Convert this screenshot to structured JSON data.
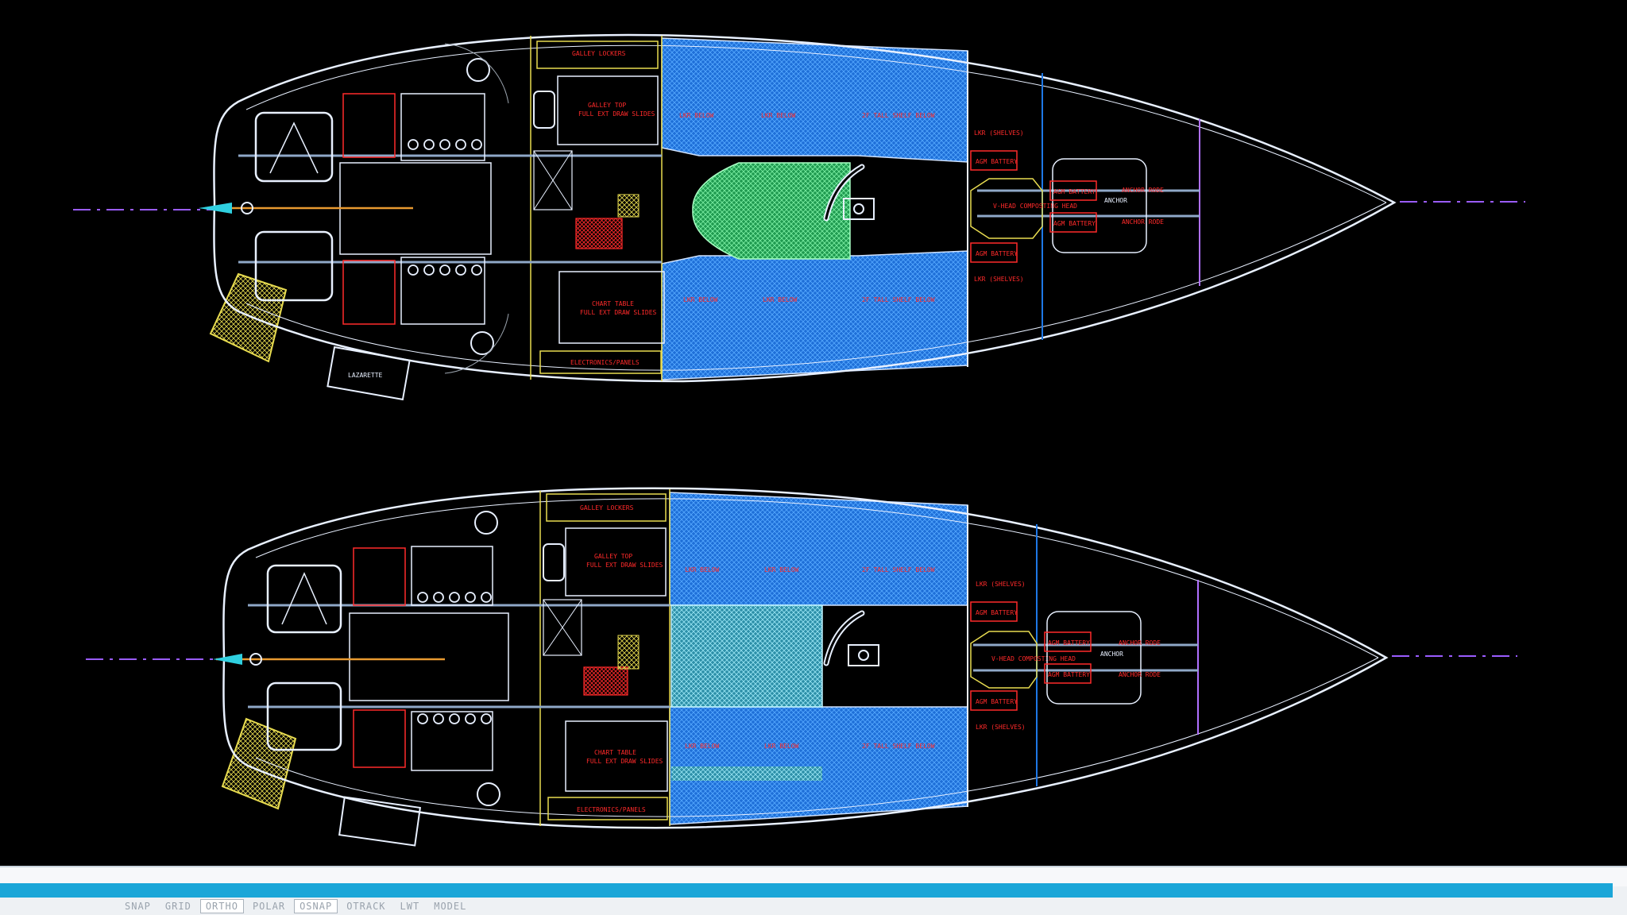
{
  "colors": {
    "background": "#000000",
    "hull": "#e8f0ff",
    "centerline": "#9a5cff",
    "label_red": "#ff2a2a",
    "tank_blue": "#1e78e6",
    "tank_green": "#2fc86a",
    "tank_cyan": "#3fb8d0",
    "yellow": "#e8dc50",
    "accent": "#1ba6d8"
  },
  "plan_top": {
    "labels": {
      "galley_lockers": "GALLEY LOCKERS",
      "galley_top": "GALLEY TOP",
      "full_ext": "FULL EXT DRAW SLIDES",
      "chart_table": "CHART TABLE",
      "electronics": "ELECTRONICS/PANELS",
      "lkr_below_1": "LKR BELOW",
      "lkr_below_2": "LKR BELOW",
      "lkr_below_3": "LKR BELOW",
      "lkr_below_4": "LKR BELOW",
      "shelf_1": "2F TALL SHELF BELOW",
      "shelf_2": "2F TALL SHELF BELOW",
      "lkr_shelves_1": "LKR (SHELVES)",
      "lkr_shelves_2": "LKR (SHELVES)",
      "agm_1": "AGM BATTERY",
      "agm_2": "AGM BATTERY",
      "agm_3": "AGM BATTERY",
      "agm_4": "AGM BATTERY",
      "vhead": "V-HEAD COMPOSTING HEAD",
      "anchor_1": "ANCHOR RODE",
      "anchor_2": "ANCHOR RODE",
      "anchor_tag": "ANCHOR",
      "lazarette": "LAZARETTE"
    }
  },
  "plan_bottom": {
    "labels": {
      "galley_lockers": "GALLEY LOCKERS",
      "galley_top": "GALLEY TOP",
      "full_ext": "FULL EXT DRAW SLIDES",
      "chart_table": "CHART TABLE",
      "electronics": "ELECTRONICS/PANELS",
      "lkr_below_1": "LKR BELOW",
      "lkr_below_2": "LKR BELOW",
      "lkr_below_3": "LKR BELOW",
      "lkr_below_4": "LKR BELOW",
      "shelf_1": "2F TALL SHELF BELOW",
      "shelf_2": "2F TALL SHELF BELOW",
      "lkr_shelves_1": "LKR (SHELVES)",
      "lkr_shelves_2": "LKR (SHELVES)",
      "agm_1": "AGM BATTERY",
      "agm_2": "AGM BATTERY",
      "agm_3": "AGM BATTERY",
      "agm_4": "AGM BATTERY",
      "vhead": "V-HEAD COMPOSTING HEAD",
      "anchor_1": "ANCHOR RODE",
      "anchor_2": "ANCHOR RODE",
      "anchor_tag": "ANCHOR"
    }
  },
  "statusbar": {
    "snap": "SNAP",
    "grid": "GRID",
    "ortho": "ORTHO",
    "polar": "POLAR",
    "osnap": "OSNAP",
    "otrack": "OTRACK",
    "lwt": "LWT",
    "model": "MODEL"
  }
}
